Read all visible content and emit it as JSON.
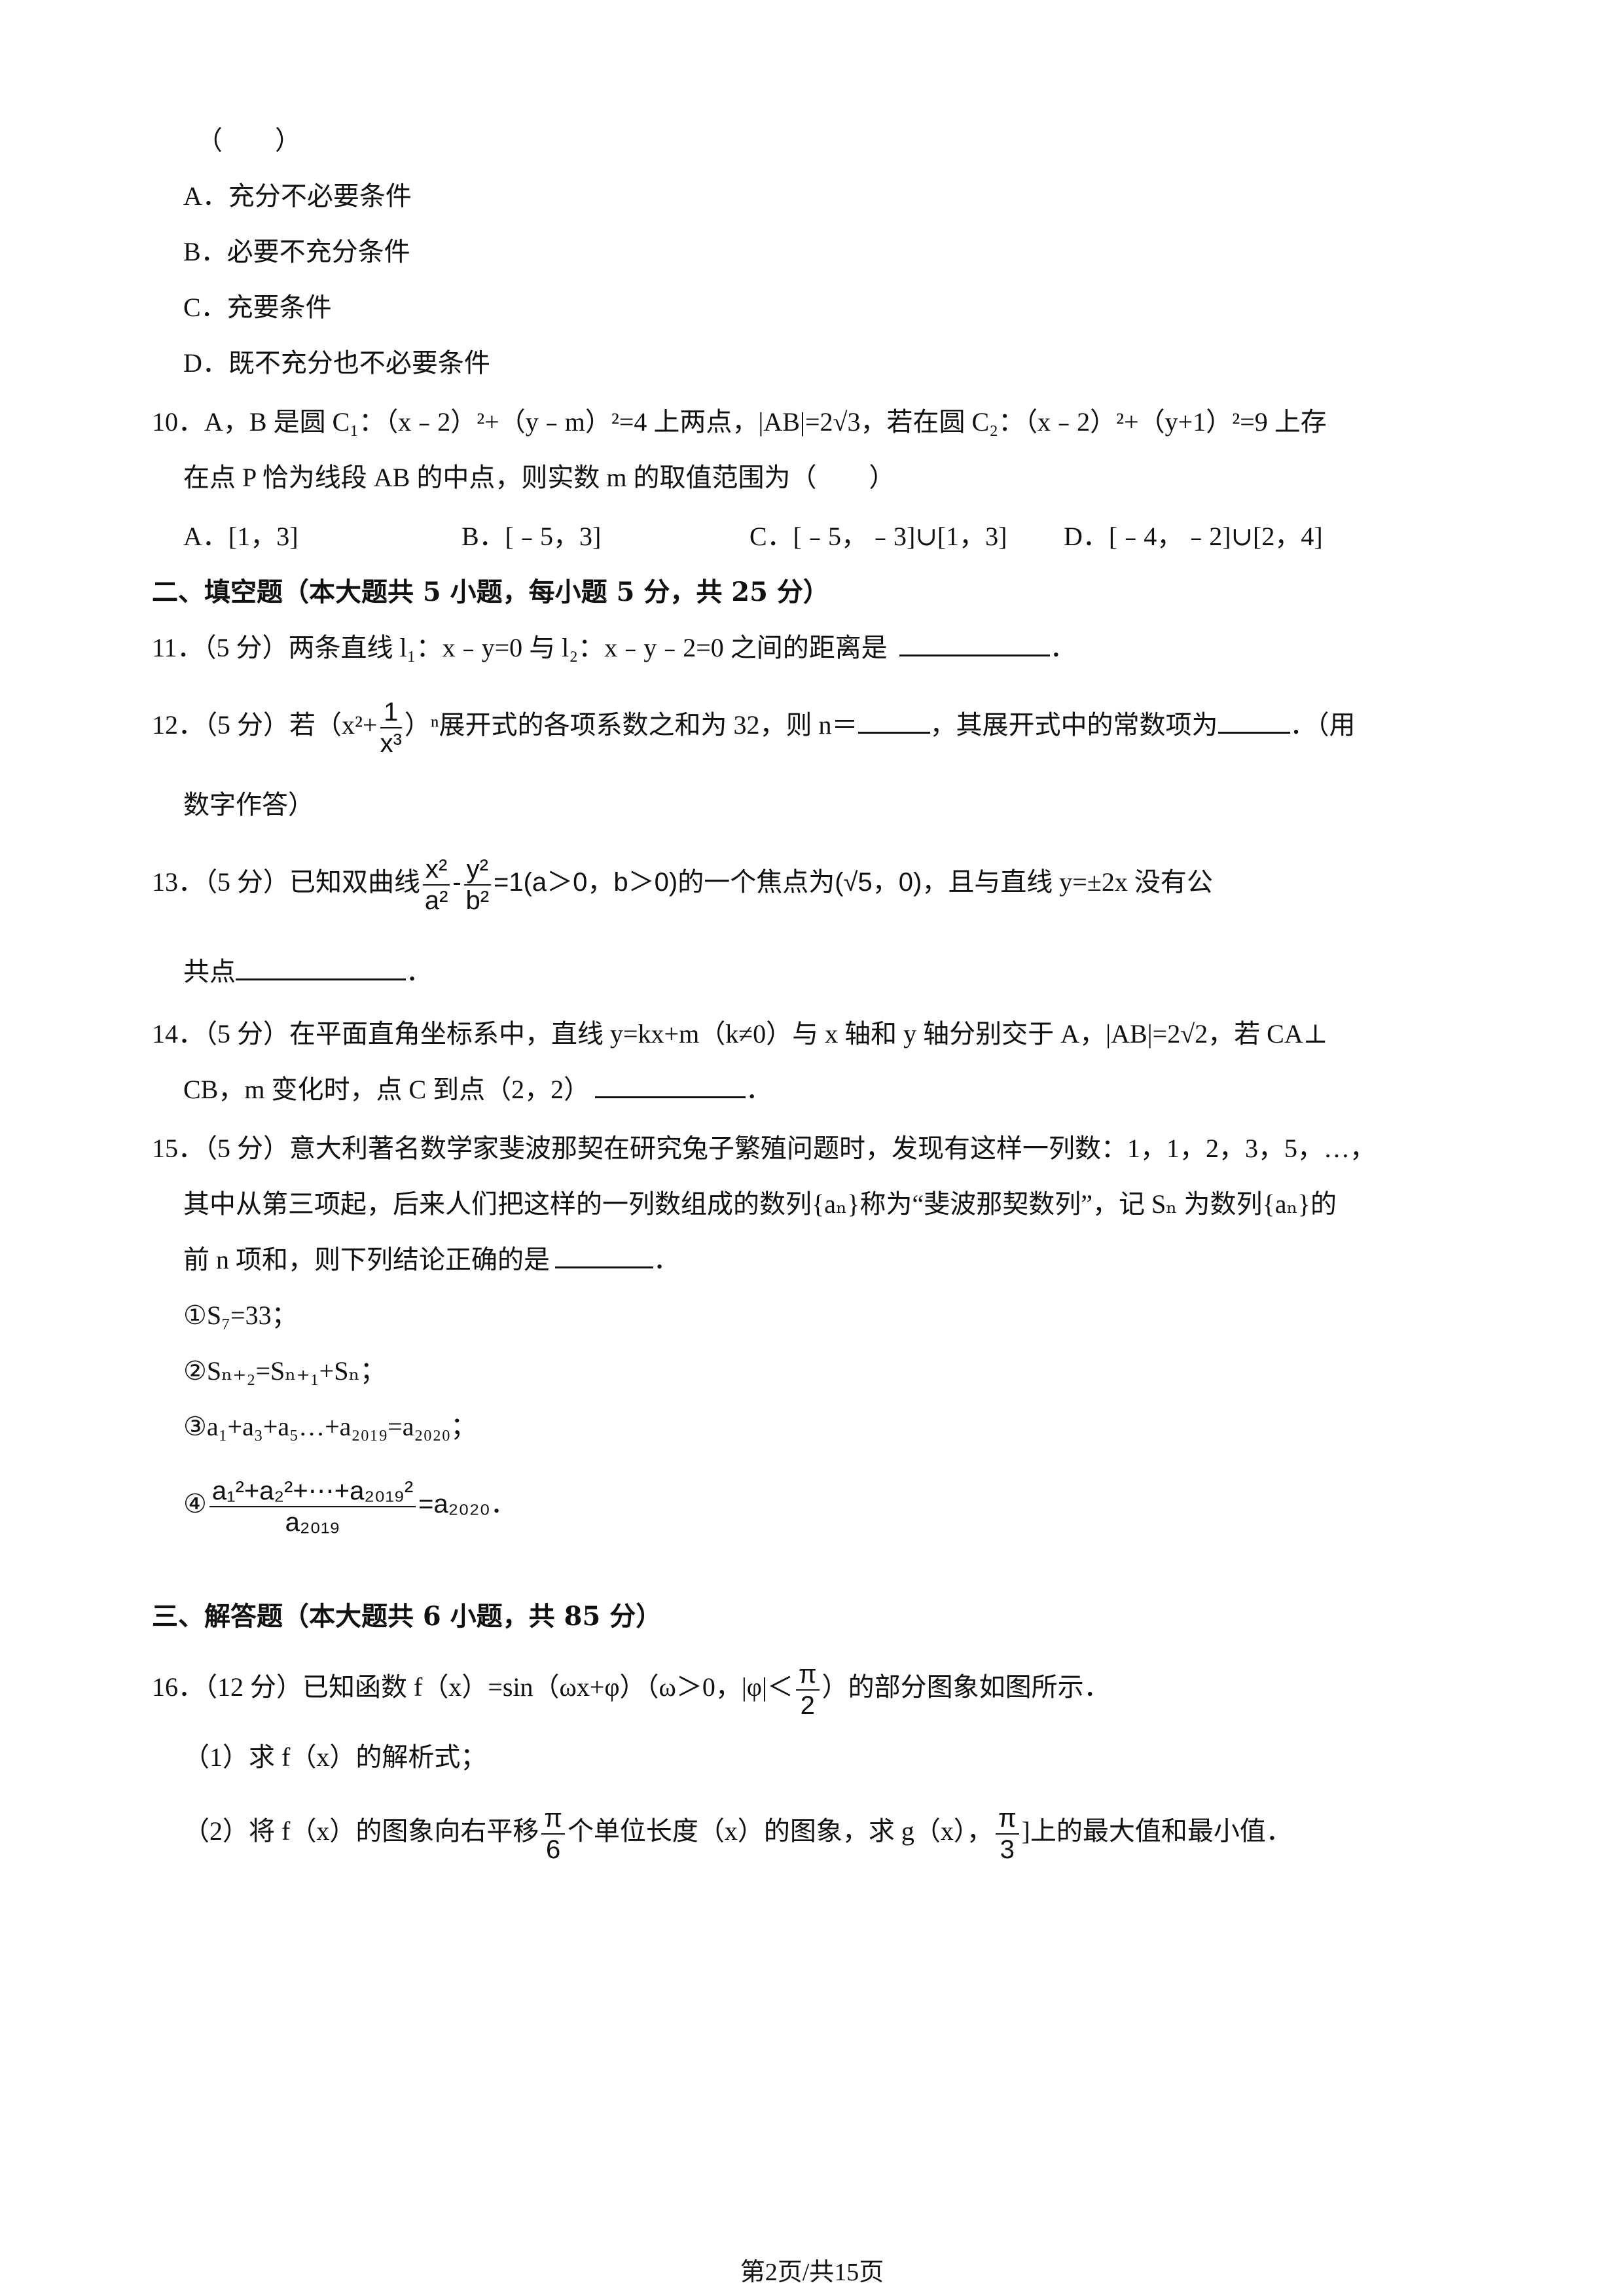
{
  "q9": {
    "paren": "（　　）",
    "options": [
      "A．充分不必要条件",
      "B．必要不充分条件",
      "C．充要条件",
      "D．既不充分也不必要条件"
    ]
  },
  "q10": {
    "line1": "10．A，B 是圆 C₁：（x﹣2）²+（y﹣m）²=4 上两点，|AB|=2√3，若在圆 C₂：（x﹣2）²+（y+1）²=9 上存",
    "line2": "在点 P 恰为线段 AB 的中点，则实数 m 的取值范围为（　　）",
    "options": [
      "A．[1，3]",
      "B．[﹣5，3]",
      "C．[﹣5，﹣3]∪[1，3]",
      "D．[﹣4，﹣2]∪[2，4]"
    ]
  },
  "section2": "二、填空题（本大题共 5 小题，每小题 5 分，共 25 分）",
  "q11": "11．（5 分）两条直线 l₁：x﹣y=0 与 l₂：x﹣y﹣2=0 之间的距离是",
  "q12": {
    "pre": "12．（5 分）若（x²+",
    "frac_num": "1",
    "frac_den": "x³",
    "mid": "）ⁿ展开式的各项系数之和为 32，则 n＝",
    "mid2": "，其展开式中的常数项为",
    "end": "．（用",
    "line2": "数字作答）"
  },
  "q13": {
    "pre": "13．（5 分）已知双曲线",
    "frac1_num": "x²",
    "frac1_den": "a²",
    "frac2_num": "y²",
    "frac2_den": "b²",
    "eq": "=1(a＞0，b＞0)",
    "mid": "的一个焦点为",
    "focus": "(√5，0)",
    "end": "，且与直线 y=±2x 没有公",
    "line2": "共点"
  },
  "q14": {
    "line1": "14．（5 分）在平面直角坐标系中，直线 y=kx+m（k≠0）与 x 轴和 y 轴分别交于 A，|AB|=2√2，若 CA⊥",
    "line2": "CB，m 变化时，点 C 到点（2，2）"
  },
  "q15": {
    "line1": "15．（5 分）意大利著名数学家斐波那契在研究兔子繁殖问题时，发现有这样一列数：1，1，2，3，5，…，",
    "line2": "其中从第三项起，后来人们把这样的一列数组成的数列{aₙ}称为“斐波那契数列”，记 Sₙ 为数列{aₙ}的",
    "line3": "前 n 项和，则下列结论正确的是",
    "s1": "①S₇=33；",
    "s2": "②Sₙ₊₂=Sₙ₊₁+Sₙ；",
    "s3": "③a₁+a₃+a₅…+a₂₀₁₉=a₂₀₂₀；",
    "s4_pre": "④",
    "s4_num": "a₁²+a₂²+⋯+a₂₀₁₉²",
    "s4_den": "a₂₀₁₉",
    "s4_post": "=a₂₀₂₀．"
  },
  "section3": "三、解答题（本大题共 6 小题，共 85 分）",
  "q16": {
    "pre": "16．（12 分）已知函数 f（x）=sin（ωx+φ）（ω＞0，|φ|＜",
    "frac_num": "π",
    "frac_den": "2",
    "end": "）的部分图象如图所示．",
    "p1": "（1）求 f（x）的解析式；",
    "p2_pre": "（2）将 f（x）的图象向右平移",
    "p2_num1": "π",
    "p2_den1": "6",
    "p2_mid": "个单位长度（x）的图象，求 g（x），",
    "p2_num2": "π",
    "p2_den2": "3",
    "p2_end": "]上的最大值和最小值．"
  },
  "footer": "第2页/共15页"
}
